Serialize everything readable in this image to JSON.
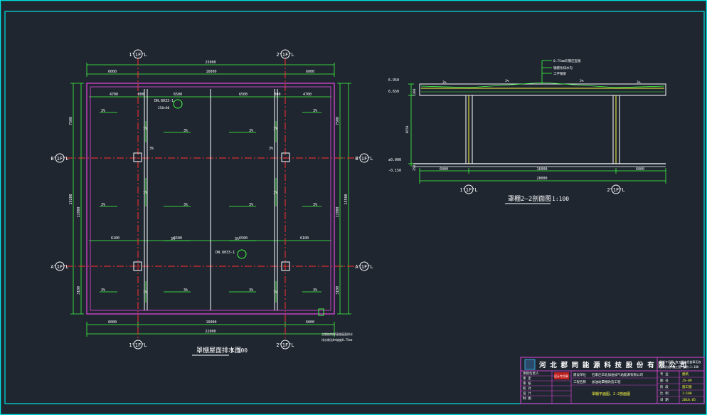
{
  "plan": {
    "title": "罩棚屋面排水图",
    "scale": "1:100",
    "axis_top": [
      "1\"1F\"L",
      "2\"1F\"L"
    ],
    "axis_bottom": [
      "1\"1F\"L",
      "2\"1F\"L"
    ],
    "axis_left": [
      "B\"1F\"L",
      "A\"1F\"L"
    ],
    "axis_right": [
      "B\"1F\"L",
      "A\"1F\"L"
    ],
    "dim_top_total": "25000",
    "dim_top_row": [
      "6000",
      "16000",
      "6000"
    ],
    "dim_inner_top": [
      "4700",
      "800",
      "6500",
      "6500",
      "800",
      "4700"
    ],
    "dim_bottom_row": [
      "6000",
      "16000",
      "6000"
    ],
    "dim_bottom_total": "22000",
    "dim_left": [
      "7500",
      "19200",
      "11900",
      "3100"
    ],
    "dim_right": [
      "7500",
      "15500",
      "11900",
      "3100"
    ],
    "dim_mid_row": [
      "6100",
      "6500",
      "6500",
      "6100"
    ],
    "note_top": "DN.8033-1",
    "note_top_sub": "250×80",
    "note_center": "DN.8033-1",
    "note_corner": [
      "主钢结构焊接坡屋面排水",
      "排水做法8%坡度0.75mm"
    ],
    "slope_labels": [
      "3%",
      "3%",
      "3%",
      "3%",
      "3%",
      "3%",
      "3%",
      "3%",
      "3%",
      "3%",
      "3%",
      "3%",
      "3%",
      "3%",
      "3%",
      "3%"
    ],
    "side_small": [
      "1%",
      "1%",
      "1%",
      "1%",
      "1%",
      "1%"
    ]
  },
  "section": {
    "title": "罩棚2—2剖面图",
    "scale": "1:100",
    "notes": [
      "0.75mm彩钢压型板",
      "钢檩条排水沟",
      "工字钢梁"
    ],
    "elev": [
      "6.950",
      "6.650",
      "±0.000",
      "-0.150"
    ],
    "dims": [
      "6000",
      "16000",
      "6000"
    ],
    "dim_total": "28000",
    "height_labels": [
      "1300",
      "6650",
      "350"
    ],
    "slopes": [
      "3%",
      "3%",
      "3%",
      "3%"
    ],
    "axes": [
      "1\"1F\"L",
      "2\"1F\"L"
    ]
  },
  "titleblock": {
    "company": "河 北 郡 同 能 源 科 技 股 份 有 限 公 司",
    "right_note": [
      "图纸专用章 施工图未经盖章无效",
      "设计阶段:施工图  比例:1:100"
    ],
    "rows_left": [
      "项目负责人",
      "审  定",
      "审  核",
      "校  对",
      "设  计",
      "制  图"
    ],
    "project_label": "建设单位",
    "project_value": "石家庄华北加油加气站能源有限公司",
    "project_label2": "工程名称",
    "project_value2": "加油站罩棚改造工程",
    "drawing_name": "罩棚平面图、2-2剖面图",
    "stamp": "设计专用章",
    "fields_right": [
      [
        "专  业",
        "建筑"
      ],
      [
        "图  号",
        "JS-09"
      ],
      [
        "阶  段",
        "施工图"
      ],
      [
        "比  例",
        "1:100"
      ],
      [
        "日  期",
        "2018.05"
      ]
    ]
  },
  "colors": {
    "background": "#1f2630",
    "border": "#00e0e0",
    "purple": "#c040c0",
    "green": "#40ff40",
    "red": "#ff3030",
    "yellow": "#ffff40",
    "white": "#ffffff"
  }
}
